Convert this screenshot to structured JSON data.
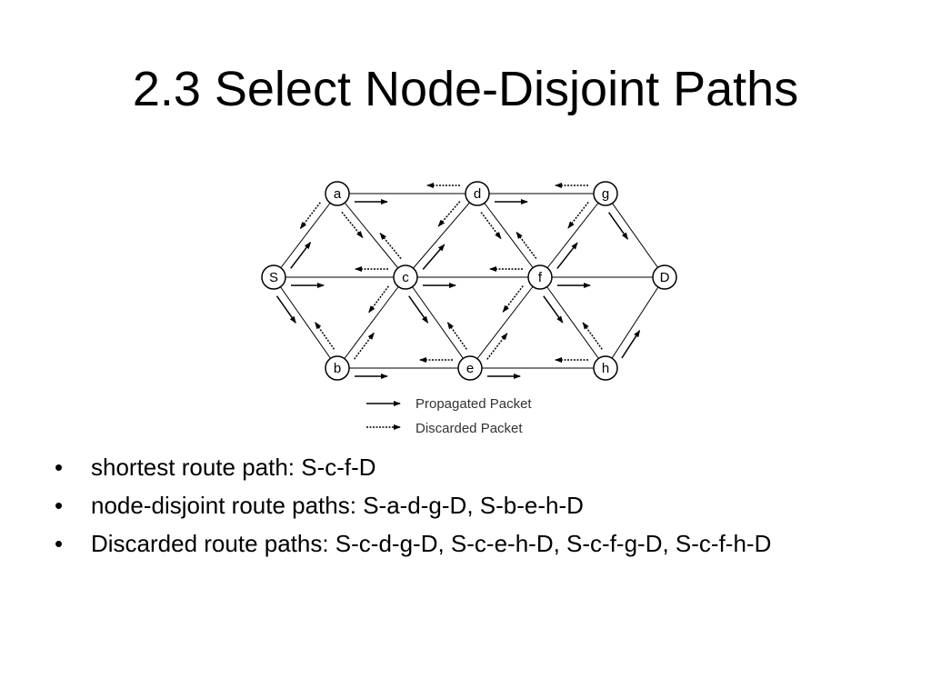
{
  "slide": {
    "title": "2.3 Select Node-Disjoint Paths"
  },
  "diagram": {
    "nodes": [
      {
        "id": "a",
        "label": "a"
      },
      {
        "id": "d",
        "label": "d"
      },
      {
        "id": "g",
        "label": "g"
      },
      {
        "id": "S",
        "label": "S"
      },
      {
        "id": "c",
        "label": "c"
      },
      {
        "id": "f",
        "label": "f"
      },
      {
        "id": "D",
        "label": "D"
      },
      {
        "id": "b",
        "label": "b"
      },
      {
        "id": "e",
        "label": "e"
      },
      {
        "id": "h",
        "label": "h"
      }
    ],
    "edges": [
      [
        "S",
        "a"
      ],
      [
        "S",
        "c"
      ],
      [
        "S",
        "b"
      ],
      [
        "a",
        "d"
      ],
      [
        "a",
        "c"
      ],
      [
        "d",
        "g"
      ],
      [
        "d",
        "c"
      ],
      [
        "d",
        "f"
      ],
      [
        "g",
        "f"
      ],
      [
        "g",
        "D"
      ],
      [
        "c",
        "f"
      ],
      [
        "c",
        "b"
      ],
      [
        "c",
        "e"
      ],
      [
        "b",
        "e"
      ],
      [
        "e",
        "f"
      ],
      [
        "e",
        "h"
      ],
      [
        "f",
        "h"
      ],
      [
        "f",
        "D"
      ],
      [
        "h",
        "D"
      ]
    ],
    "arrows": [
      {
        "from": "S",
        "to": "a",
        "type": "propagated"
      },
      {
        "from": "S",
        "to": "c",
        "type": "propagated"
      },
      {
        "from": "S",
        "to": "b",
        "type": "propagated"
      },
      {
        "from": "a",
        "to": "d",
        "type": "propagated"
      },
      {
        "from": "a",
        "to": "S",
        "type": "discarded"
      },
      {
        "from": "a",
        "to": "c",
        "type": "discarded"
      },
      {
        "from": "d",
        "to": "a",
        "type": "discarded"
      },
      {
        "from": "d",
        "to": "g",
        "type": "propagated"
      },
      {
        "from": "d",
        "to": "c",
        "type": "discarded"
      },
      {
        "from": "d",
        "to": "f",
        "type": "discarded"
      },
      {
        "from": "g",
        "to": "d",
        "type": "discarded"
      },
      {
        "from": "g",
        "to": "f",
        "type": "discarded"
      },
      {
        "from": "g",
        "to": "D",
        "type": "propagated"
      },
      {
        "from": "c",
        "to": "S",
        "type": "discarded"
      },
      {
        "from": "c",
        "to": "a",
        "type": "discarded"
      },
      {
        "from": "c",
        "to": "d",
        "type": "propagated"
      },
      {
        "from": "c",
        "to": "f",
        "type": "propagated"
      },
      {
        "from": "c",
        "to": "b",
        "type": "discarded"
      },
      {
        "from": "c",
        "to": "e",
        "type": "propagated"
      },
      {
        "from": "f",
        "to": "c",
        "type": "discarded"
      },
      {
        "from": "f",
        "to": "d",
        "type": "discarded"
      },
      {
        "from": "f",
        "to": "g",
        "type": "propagated"
      },
      {
        "from": "f",
        "to": "D",
        "type": "propagated"
      },
      {
        "from": "f",
        "to": "e",
        "type": "discarded"
      },
      {
        "from": "f",
        "to": "h",
        "type": "propagated"
      },
      {
        "from": "b",
        "to": "S",
        "type": "discarded"
      },
      {
        "from": "b",
        "to": "c",
        "type": "discarded"
      },
      {
        "from": "b",
        "to": "e",
        "type": "propagated"
      },
      {
        "from": "e",
        "to": "b",
        "type": "discarded"
      },
      {
        "from": "e",
        "to": "c",
        "type": "discarded"
      },
      {
        "from": "e",
        "to": "f",
        "type": "discarded"
      },
      {
        "from": "e",
        "to": "h",
        "type": "propagated"
      },
      {
        "from": "h",
        "to": "e",
        "type": "discarded"
      },
      {
        "from": "h",
        "to": "f",
        "type": "discarded"
      },
      {
        "from": "h",
        "to": "D",
        "type": "propagated"
      }
    ],
    "legend": {
      "propagated": "Propagated Packet",
      "discarded": "Discarded Packet"
    }
  },
  "bullets": [
    "shortest route path: S-c-f-D",
    "node-disjoint route paths: S-a-d-g-D, S-b-e-h-D",
    "Discarded route paths: S-c-d-g-D, S-c-e-h-D, S-c-f-g-D, S-c-f-h-D"
  ],
  "bullet_symbol": "•",
  "colors": {
    "text": "#000000",
    "background": "#ffffff",
    "legend_text": "#333333"
  }
}
